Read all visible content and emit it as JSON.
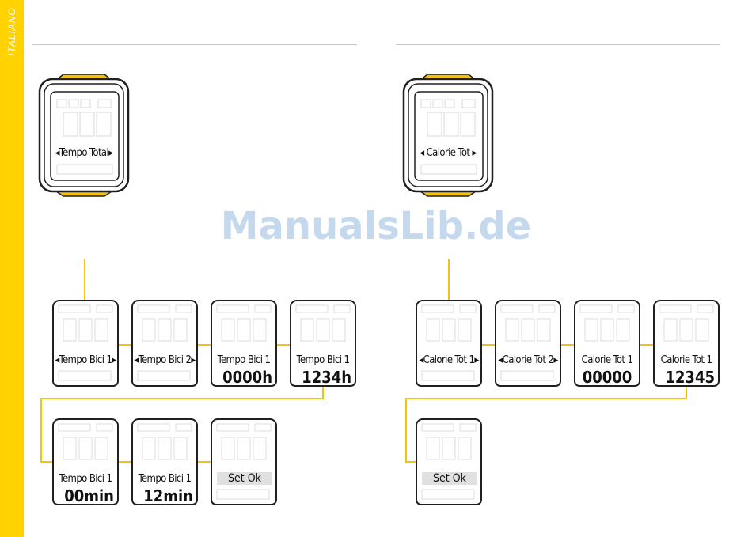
{
  "language_tab": "ITALIANO",
  "watermark": "ManualsLib.de",
  "left_device": {
    "label": "◂Tempo Total▸"
  },
  "right_device": {
    "label": "◂ Calorie Tot ▸"
  },
  "left_row1": [
    {
      "label": "◂Tempo Bici 1▸",
      "value": ""
    },
    {
      "label": "◂Tempo Bici 2▸",
      "value": ""
    },
    {
      "label": "Tempo Bici 1",
      "value": "0000h"
    },
    {
      "label": "Tempo Bici 1",
      "value": "1234h"
    }
  ],
  "left_row2": [
    {
      "label": "Tempo Bici 1",
      "value": "00min"
    },
    {
      "label": "Tempo Bici 1",
      "value": "12min"
    },
    {
      "label": "Set Ok",
      "value": ""
    }
  ],
  "right_row1": [
    {
      "label": "◂Calorie Tot 1▸",
      "value": ""
    },
    {
      "label": "◂Calorie Tot 2▸",
      "value": ""
    },
    {
      "label": "Calorie Tot 1",
      "value": "00000"
    },
    {
      "label": "Calorie Tot 1",
      "value": "12345"
    }
  ],
  "right_row2": [
    {
      "label": "Set Ok",
      "value": ""
    }
  ],
  "colors": {
    "accent": "#ffd200",
    "wire": "#f3c20b",
    "outline": "#202020"
  }
}
